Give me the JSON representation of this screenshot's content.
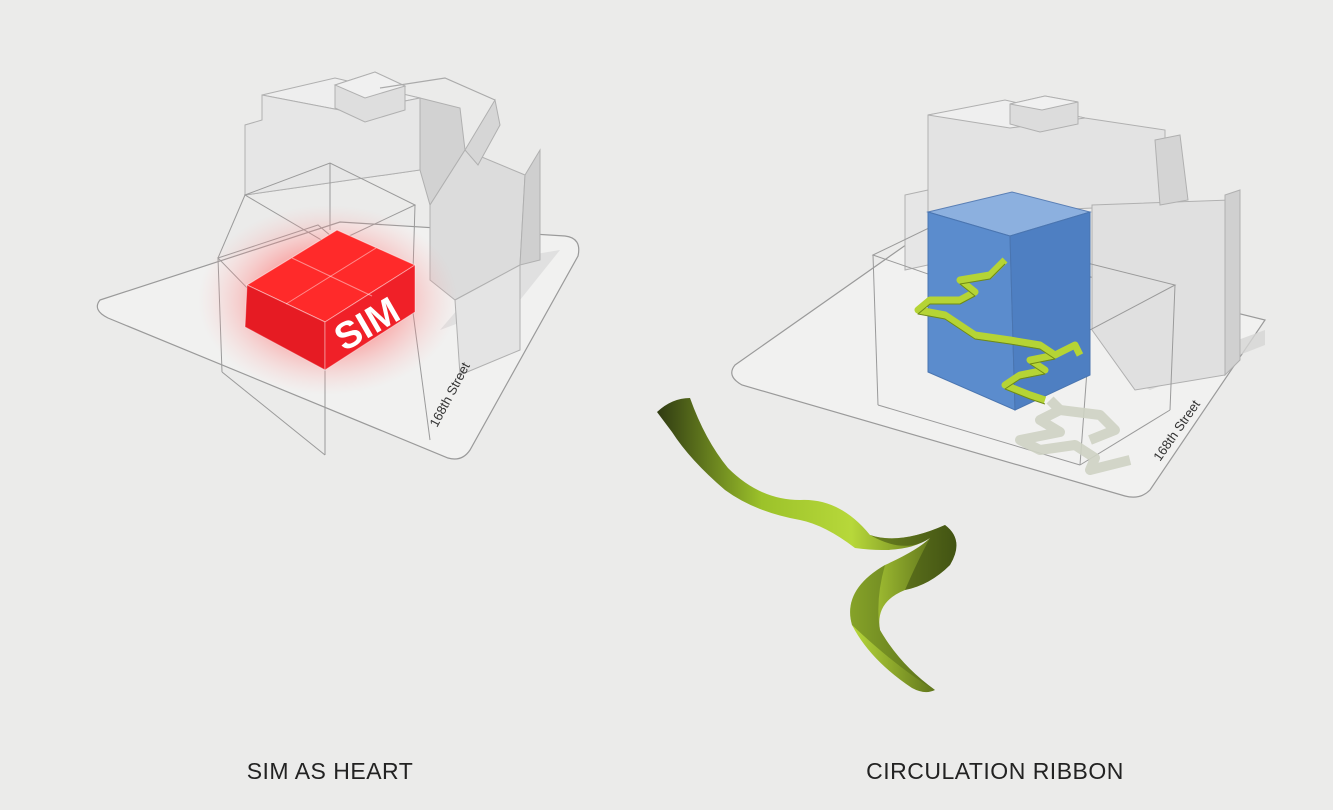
{
  "panels": {
    "left": {
      "caption": "SIM AS HEART",
      "block_label": "SIM",
      "street_label": "168th Street",
      "highlight_color": "#ee1b24"
    },
    "right": {
      "caption": "CIRCULATION RIBBON",
      "street_label": "168th Street",
      "volume_color": "#5b8ccd",
      "ribbon_color": "#a8cc2c"
    }
  }
}
